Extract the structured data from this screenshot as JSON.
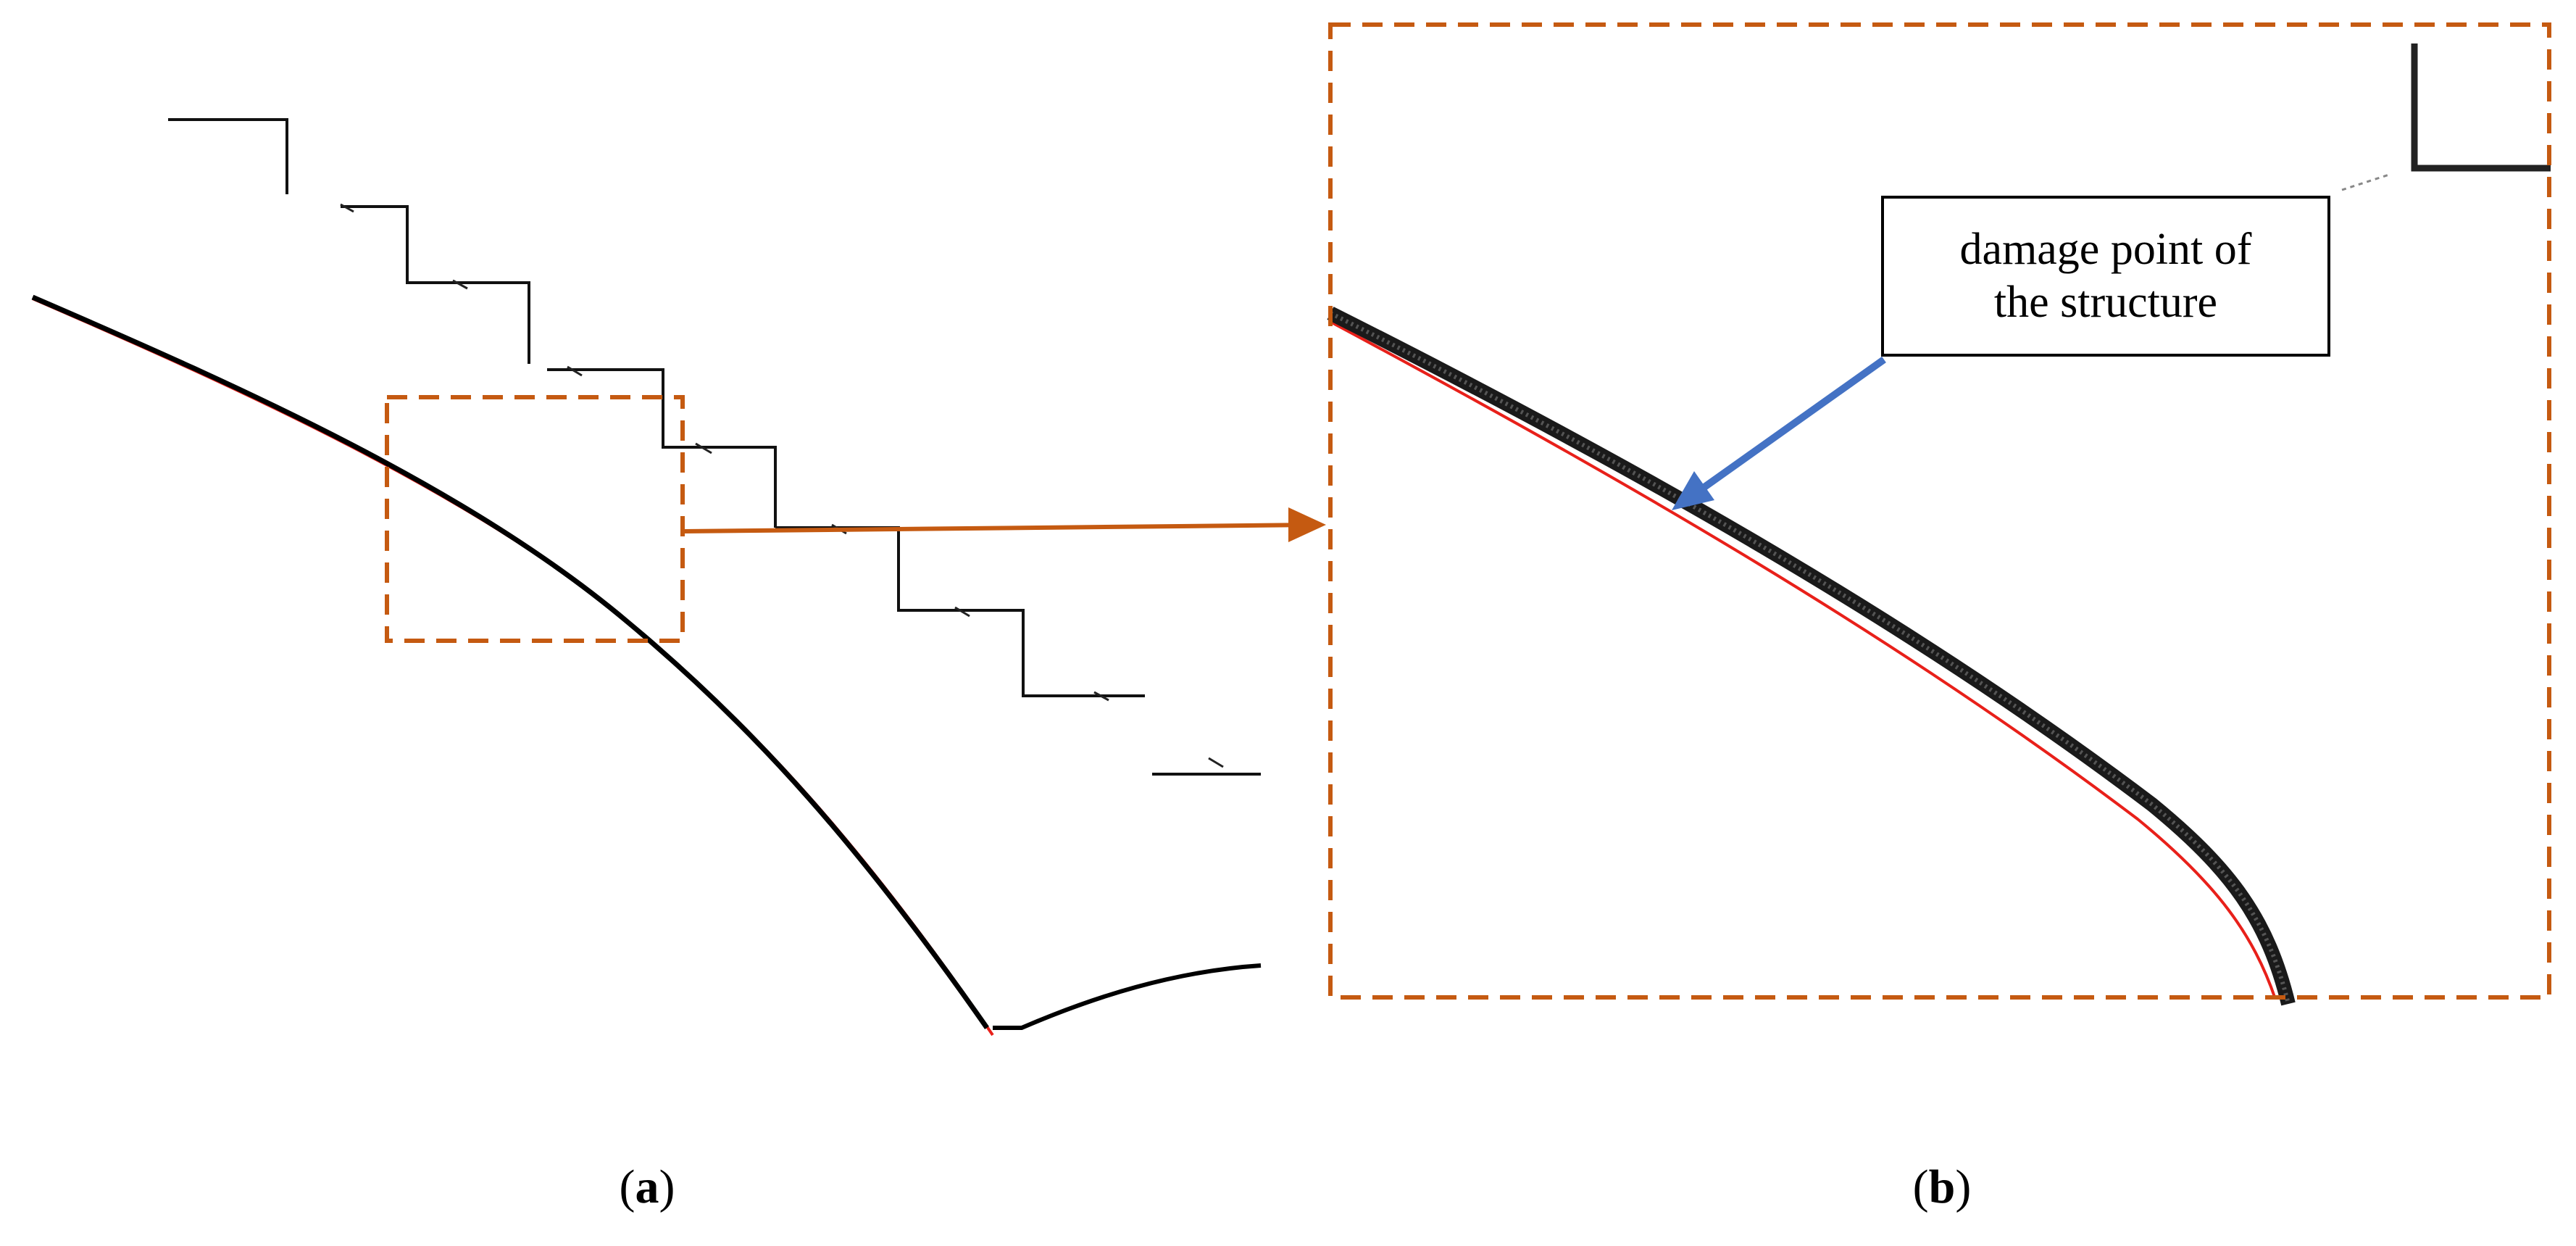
{
  "panels": [
    {
      "prefix": "(",
      "letter": "a",
      "suffix": ")"
    },
    {
      "prefix": "(",
      "letter": "b",
      "suffix": ")"
    }
  ],
  "callout": {
    "line1": "damage point of",
    "line2": "the structure"
  },
  "colors": {
    "point_cloud": "#000000",
    "fitted_curve": "#e8201a",
    "zoom_box": "#c55a11",
    "pointer_arrow": "#4472c4",
    "background": "#ffffff"
  }
}
